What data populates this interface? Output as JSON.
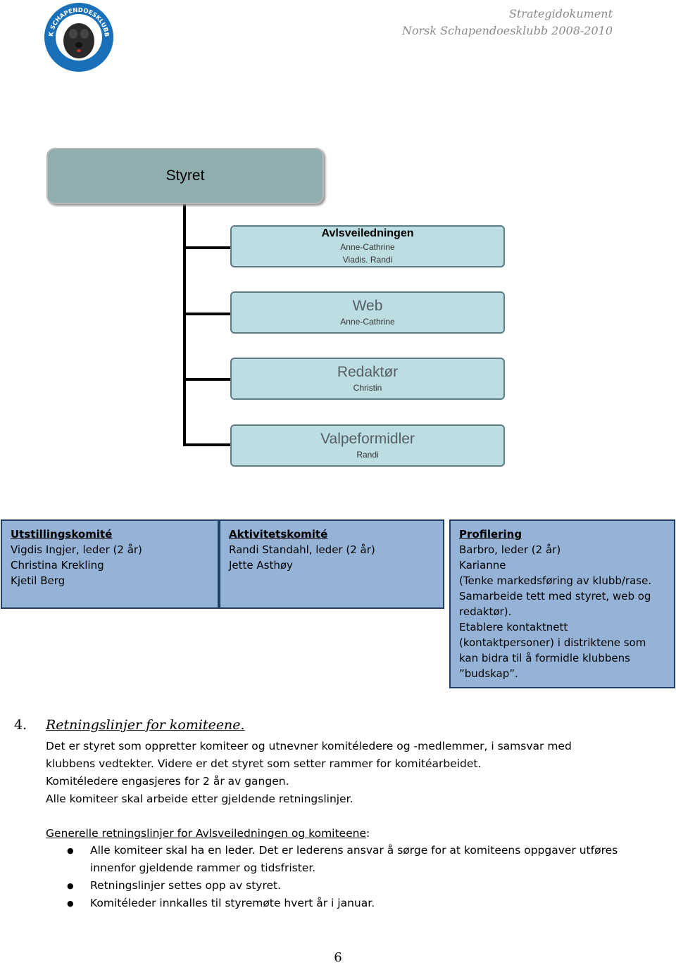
{
  "header": {
    "logo_text": "NORSK SCHAPENDOESKLUBB 2002",
    "doc_title": "Strategidokument",
    "doc_subtitle": "Norsk Schapendoesklubb 2008-2010"
  },
  "org_chart": {
    "top": "Styret",
    "roles": [
      {
        "title": "Avlsveiledningen",
        "people": [
          "Anne-Cathrine",
          "Viadis. Randi"
        ]
      },
      {
        "title": "Web",
        "people": [
          "Anne-Cathrine"
        ]
      },
      {
        "title": "Redaktør",
        "people": [
          "Christin"
        ]
      },
      {
        "title": "Valpeformidler",
        "people": [
          "Randi"
        ]
      }
    ],
    "committees": [
      {
        "title": "Utstillingskomité",
        "lines": [
          "Vigdis Ingjer, leder (2 år)",
          "Christina Krekling",
          "Kjetil Berg"
        ]
      },
      {
        "title": "Aktivitetskomité",
        "lines": [
          "Randi Standahl, leder (2 år)",
          "Jette Asthøy"
        ]
      },
      {
        "title": "Profilering",
        "lines": [
          "Barbro, leder (2 år)",
          "Karianne",
          "(Tenke markedsføring av klubb/rase.",
          "Samarbeide tett med styret, web og",
          "redaktør).",
          "Etablere kontaktnett",
          "(kontaktpersoner) i distriktene som",
          "kan bidra til å formidle klubbens",
          "”budskap”."
        ]
      }
    ]
  },
  "section": {
    "number": "4.",
    "title": "Retningslinjer for komiteene.",
    "paragraph": [
      "Det er styret som oppretter komiteer og utnevner komitéledere og -medlemmer, i samsvar med",
      "klubbens vedtekter. Videre er det styret som setter rammer for komitéarbeidet.",
      "Komitéledere engasjeres for 2 år av gangen.",
      "Alle komiteer skal arbeide etter gjeldende retningslinjer."
    ],
    "guidelines_title": "Generelle retningslinjer for Avlsveiledningen og komiteene",
    "guidelines_colon": ":",
    "bullets": [
      "Alle komiteer skal ha en leder. Det er lederens ansvar å sørge for at komiteens oppgaver utføres innenfor gjeldende rammer og tidsfrister.",
      "Retningslinjer settes opp av styret.",
      "Komitéleder innkalles til styremøte hvert år i januar."
    ]
  },
  "page_number": "6"
}
